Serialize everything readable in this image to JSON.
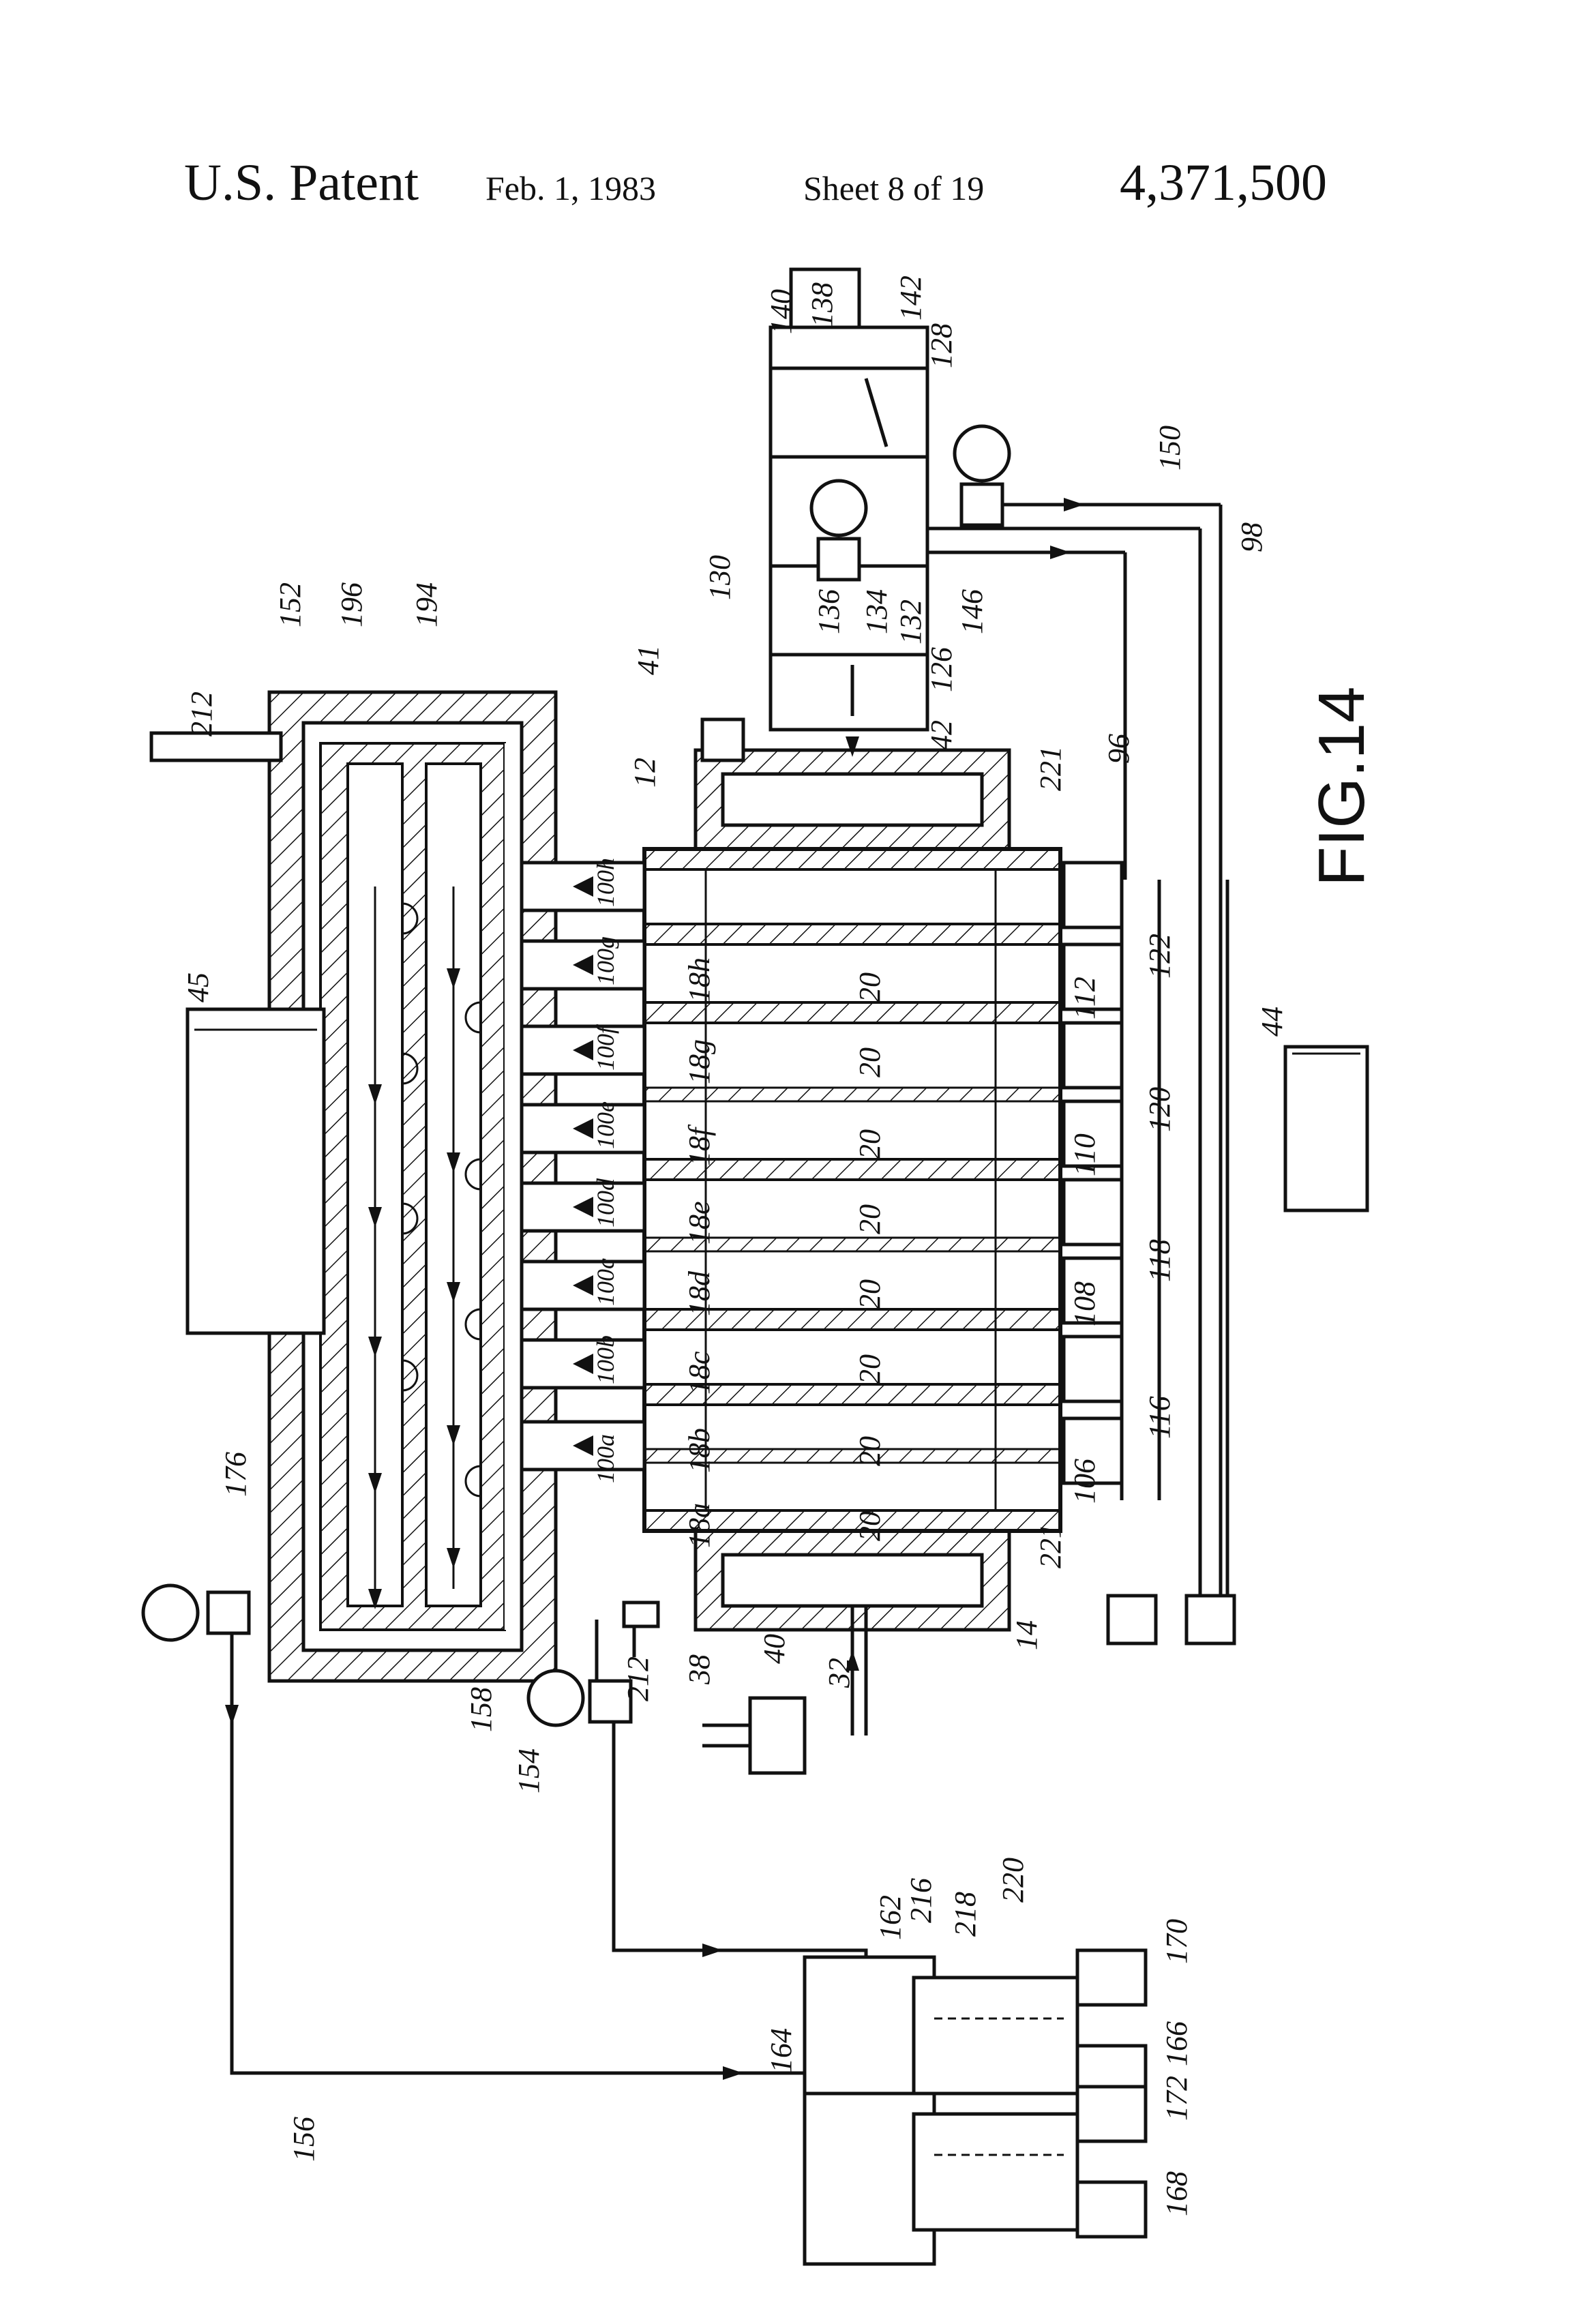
{
  "header": {
    "title": "U.S. Patent",
    "date": "Feb. 1, 1983",
    "sheet": "Sheet 8 of 19",
    "patent_number": "4,371,500"
  },
  "figure": {
    "caption": "FIG.14",
    "labels": {
      "l12": "12",
      "l14": "14",
      "l32": "32",
      "l38": "38",
      "l40": "40",
      "l41": "41",
      "l42": "42",
      "l44": "44",
      "l45": "45",
      "l96": "96",
      "l98": "98",
      "l100a": "100a",
      "l100b": "100b",
      "l100c": "100c",
      "l100d": "100d",
      "l100e": "100e",
      "l100f": "100f",
      "l100g": "100g",
      "l100h": "100h",
      "l18a": "18a",
      "l18b": "18b",
      "l18c": "18c",
      "l18d": "18d",
      "l18e": "18e",
      "l18f": "18f",
      "l18g": "18g",
      "l18h": "18h",
      "l20": "20",
      "l106": "106",
      "l108": "108",
      "l110": "110",
      "l112": "112",
      "l116": "116",
      "l118": "118",
      "l120": "120",
      "l122": "122",
      "l126": "126",
      "l128": "128",
      "l130": "130",
      "l132": "132",
      "l134": "134",
      "l136": "136",
      "l138": "138",
      "l140": "140",
      "l142": "142",
      "l146": "146",
      "l150": "150",
      "l152": "152",
      "l154": "154",
      "l156": "156",
      "l158": "158",
      "l162": "162",
      "l164": "164",
      "l166": "166",
      "l168": "168",
      "l170": "170",
      "l172": "172",
      "l176": "176",
      "l194": "194",
      "l196": "196",
      "l212": "212",
      "l216": "216",
      "l218": "218",
      "l220": "220",
      "l221": "221"
    }
  }
}
